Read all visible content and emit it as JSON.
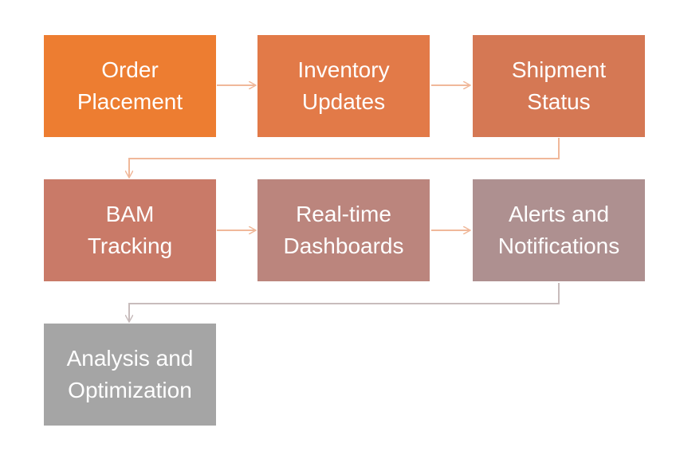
{
  "steps": [
    {
      "label": "Order\nPlacement",
      "color": "#ed7d31"
    },
    {
      "label": "Inventory\nUpdates",
      "color": "#e27a48"
    },
    {
      "label": "Shipment\nStatus",
      "color": "#d57854"
    },
    {
      "label": "BAM\nTracking",
      "color": "#c97a68"
    },
    {
      "label": "Real-time\nDashboards",
      "color": "#bb857d"
    },
    {
      "label": "Alerts and\nNotifications",
      "color": "#ae9090"
    },
    {
      "label": "Analysis and\nOptimization",
      "color": "#a5a5a5"
    }
  ],
  "arrow_color": "#f0b89a",
  "return_arrow_colors": [
    "#f0b89a",
    "#c8bcbc"
  ]
}
